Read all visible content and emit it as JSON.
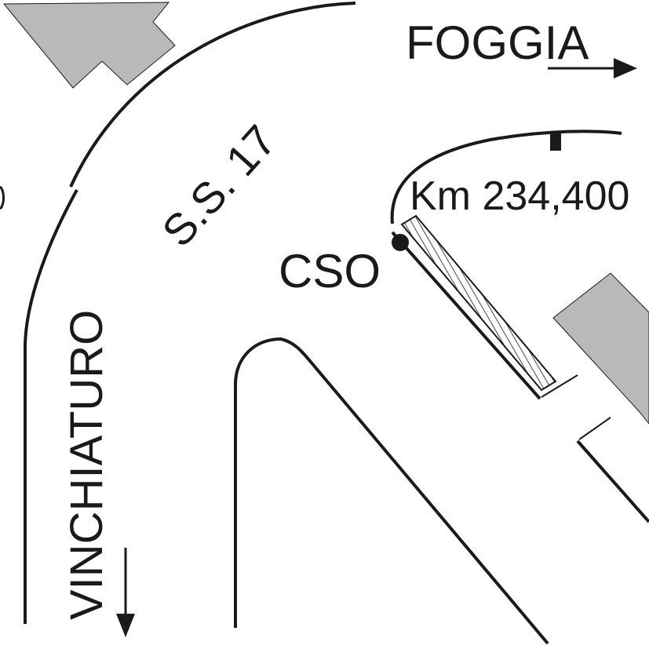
{
  "labels": {
    "destination_east": "FOGGIA",
    "destination_south": "VINCHIATURO",
    "road": "S.S. 17",
    "kilometre_marker": "Km 234,400",
    "station": "CSO"
  },
  "colors": {
    "ink": "#1a1a1a",
    "building_fill": "#b9b9b9",
    "background": "#ffffff"
  },
  "icons": {
    "east_arrow": "arrow-right",
    "south_arrow": "arrow-down",
    "station_marker": "filled-dot",
    "km_marker": "tick-mark"
  }
}
